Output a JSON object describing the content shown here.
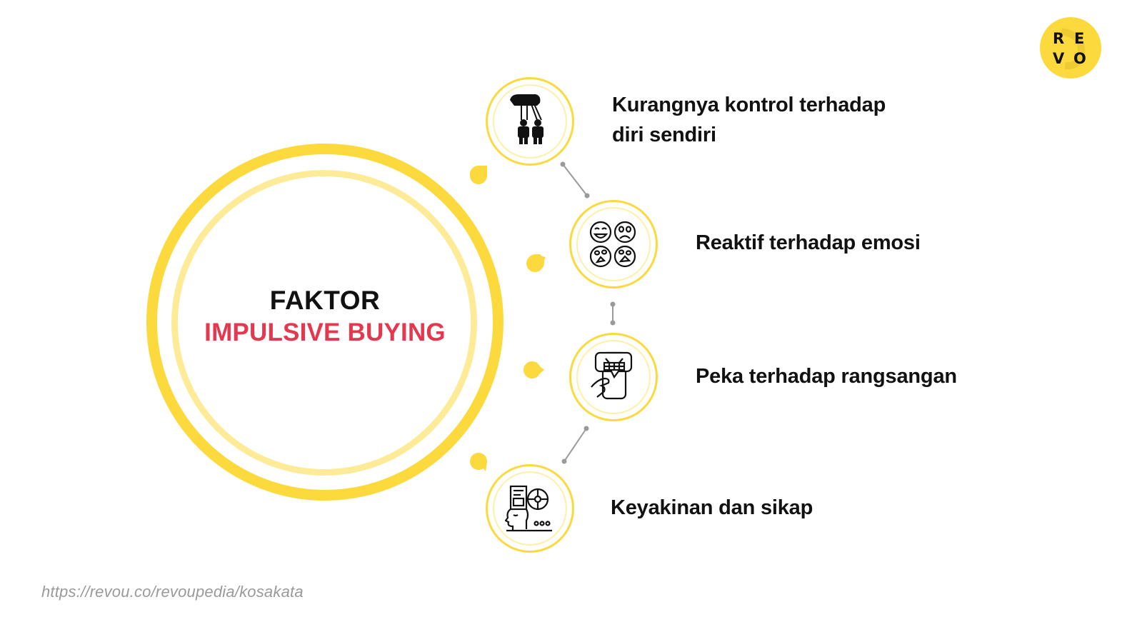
{
  "slide": {
    "background": "#FFFFFF",
    "accent_yellow": "#FCD93D",
    "accent_yellow_light": "#FDEB98",
    "accent_red": "#E5384F"
  },
  "center": {
    "line1": "FAKTOR",
    "line2": "IMPULSIVE BUYING"
  },
  "factors": [
    {
      "label_line1": "Kurangnya kontrol terhadap",
      "label_line2": "diri sendiri",
      "icon": "puppet-control-icon"
    },
    {
      "label_line1": "Reaktif terhadap emosi",
      "icon": "emotion-faces-icon"
    },
    {
      "label_line1": "Peka terhadap rangsangan",
      "icon": "phone-shopping-basket-icon"
    },
    {
      "label_line1": "Keyakinan dan sikap",
      "icon": "mind-gear-icon"
    }
  ],
  "logo": {
    "letters": [
      "R",
      "E",
      "V",
      "O"
    ]
  },
  "footer": {
    "url": "https://revou.co/revoupedia/kosakata"
  }
}
